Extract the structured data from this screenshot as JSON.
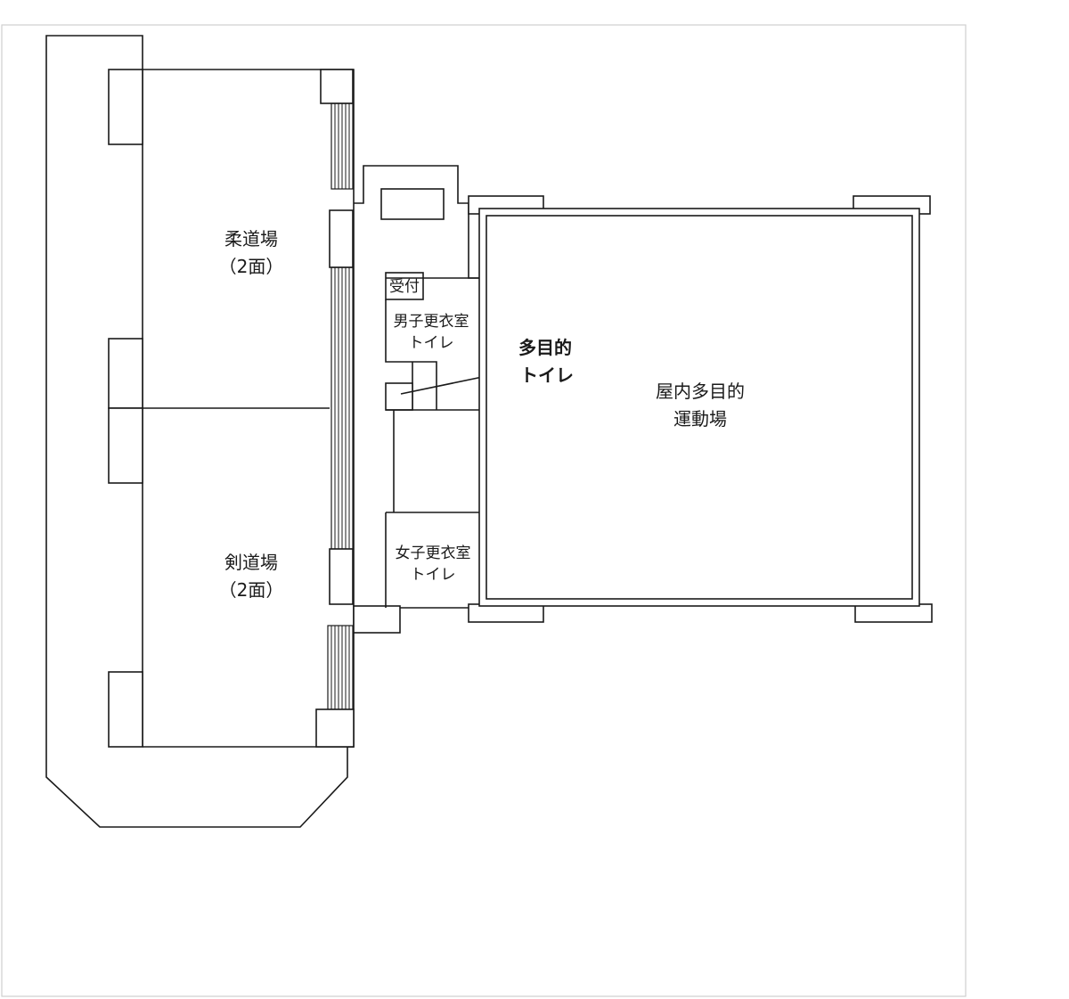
{
  "rooms": {
    "judo": {
      "name": "柔道場",
      "sub": "（2面）"
    },
    "kendo": {
      "name": "剣道場",
      "sub": "（2面）"
    },
    "reception": {
      "name": "受付"
    },
    "mens_locker": {
      "name": "男子更衣室",
      "sub": "トイレ"
    },
    "womens_locker": {
      "name": "女子更衣室",
      "sub": "トイレ"
    },
    "multipurpose_toilet": {
      "name": "多目的",
      "sub": "トイレ"
    },
    "indoor_ground": {
      "name": "屋内多目的",
      "sub": "運動場"
    }
  }
}
